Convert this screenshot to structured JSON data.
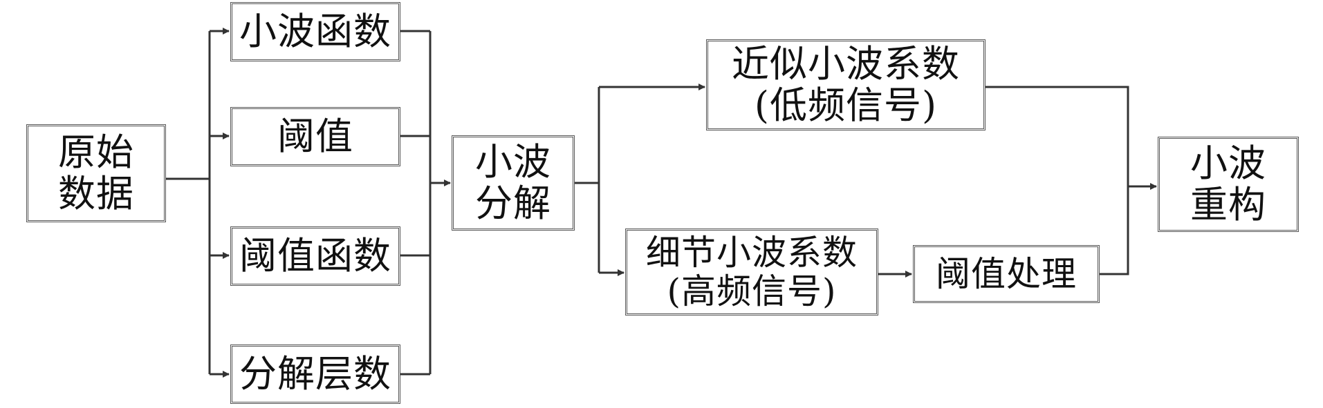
{
  "diagram": {
    "nodes": {
      "raw_data": [
        "原始",
        "数据"
      ],
      "wavelet_function": "小波函数",
      "threshold": "阈值",
      "threshold_function": "阈值函数",
      "decomposition_levels": "分解层数",
      "wavelet_decomposition": [
        "小波",
        "分解"
      ],
      "approximation_coefficients": [
        "近似小波系数",
        "(低频信号)"
      ],
      "detail_coefficients": [
        "细节小波系数",
        "(高频信号)"
      ],
      "threshold_processing": "阈值处理",
      "wavelet_reconstruction": [
        "小波",
        "重构"
      ]
    },
    "colors": {
      "line": "#333333",
      "box_border": "#555555",
      "text": "#111111",
      "background": "#ffffff"
    }
  }
}
